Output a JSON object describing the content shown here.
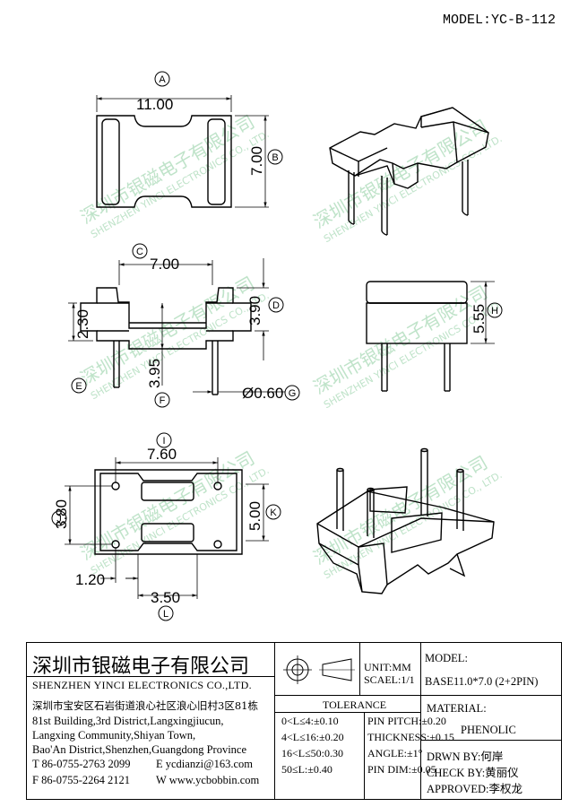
{
  "header": {
    "model_title": "MODEL:YC-B-112"
  },
  "dimensions": {
    "A": "11.00",
    "B": "7.00",
    "C": "7.00",
    "D": "3.90",
    "E": "2.30",
    "F": "3.95",
    "G": "Ø0.60",
    "H": "5.55",
    "I": "7.60",
    "J": "3.80",
    "K": "3.50",
    "L": "5.00",
    "pitch_small": "1.20"
  },
  "callouts": [
    "A",
    "B",
    "C",
    "D",
    "E",
    "F",
    "G",
    "H",
    "I",
    "J",
    "K",
    "L"
  ],
  "watermark": {
    "cn": "深圳市银磁电子有限公司",
    "en": "SHENZHEN YINCI ELECTRONICS CO., LTD."
  },
  "company": {
    "name_cn": "深圳市银磁电子有限公司",
    "name_en": "SHENZHEN YINCI ELECTRONICS CO.,LTD.",
    "address_cn": "深圳市宝安区石岩街道浪心社区浪心旧村3区81栋",
    "address_en": [
      "81st Building,3rd District,Langxingjiucun,",
      "Langxing Community,Shiyan Town,",
      "Bao'An District,Shenzhen,Guangdong Province"
    ],
    "tel": "T 86-0755-2763 2099",
    "fax": "F 86-0755-2264 2121",
    "email": "E ycdianzi@163.com",
    "web": "W www.ycbobbin.com"
  },
  "unit": "UNIT:MM",
  "scale": "SCAEL:1/1",
  "model_label": "MODEL:",
  "model_value": "BASE11.0*7.0 (2+2PIN)",
  "tolerance": {
    "title": "TOLERANCE",
    "left": [
      "0<L≤4:±0.10",
      "4<L≤16:±0.20",
      "16<L≤50:0.30",
      "50≤L:±0.40"
    ],
    "right": [
      "PIN PITCH:±0.20",
      "THICKNESS:±0.15",
      "ANGLE:±1°",
      "PIN DIM:±0.05"
    ]
  },
  "material_label": "MATERIAL:",
  "material_value": "PHENOLIC",
  "drawn_by": "DRWN BY:何岸",
  "check_by": "CHECK BY:黄丽仪",
  "approved": "APPROVED:李权龙"
}
